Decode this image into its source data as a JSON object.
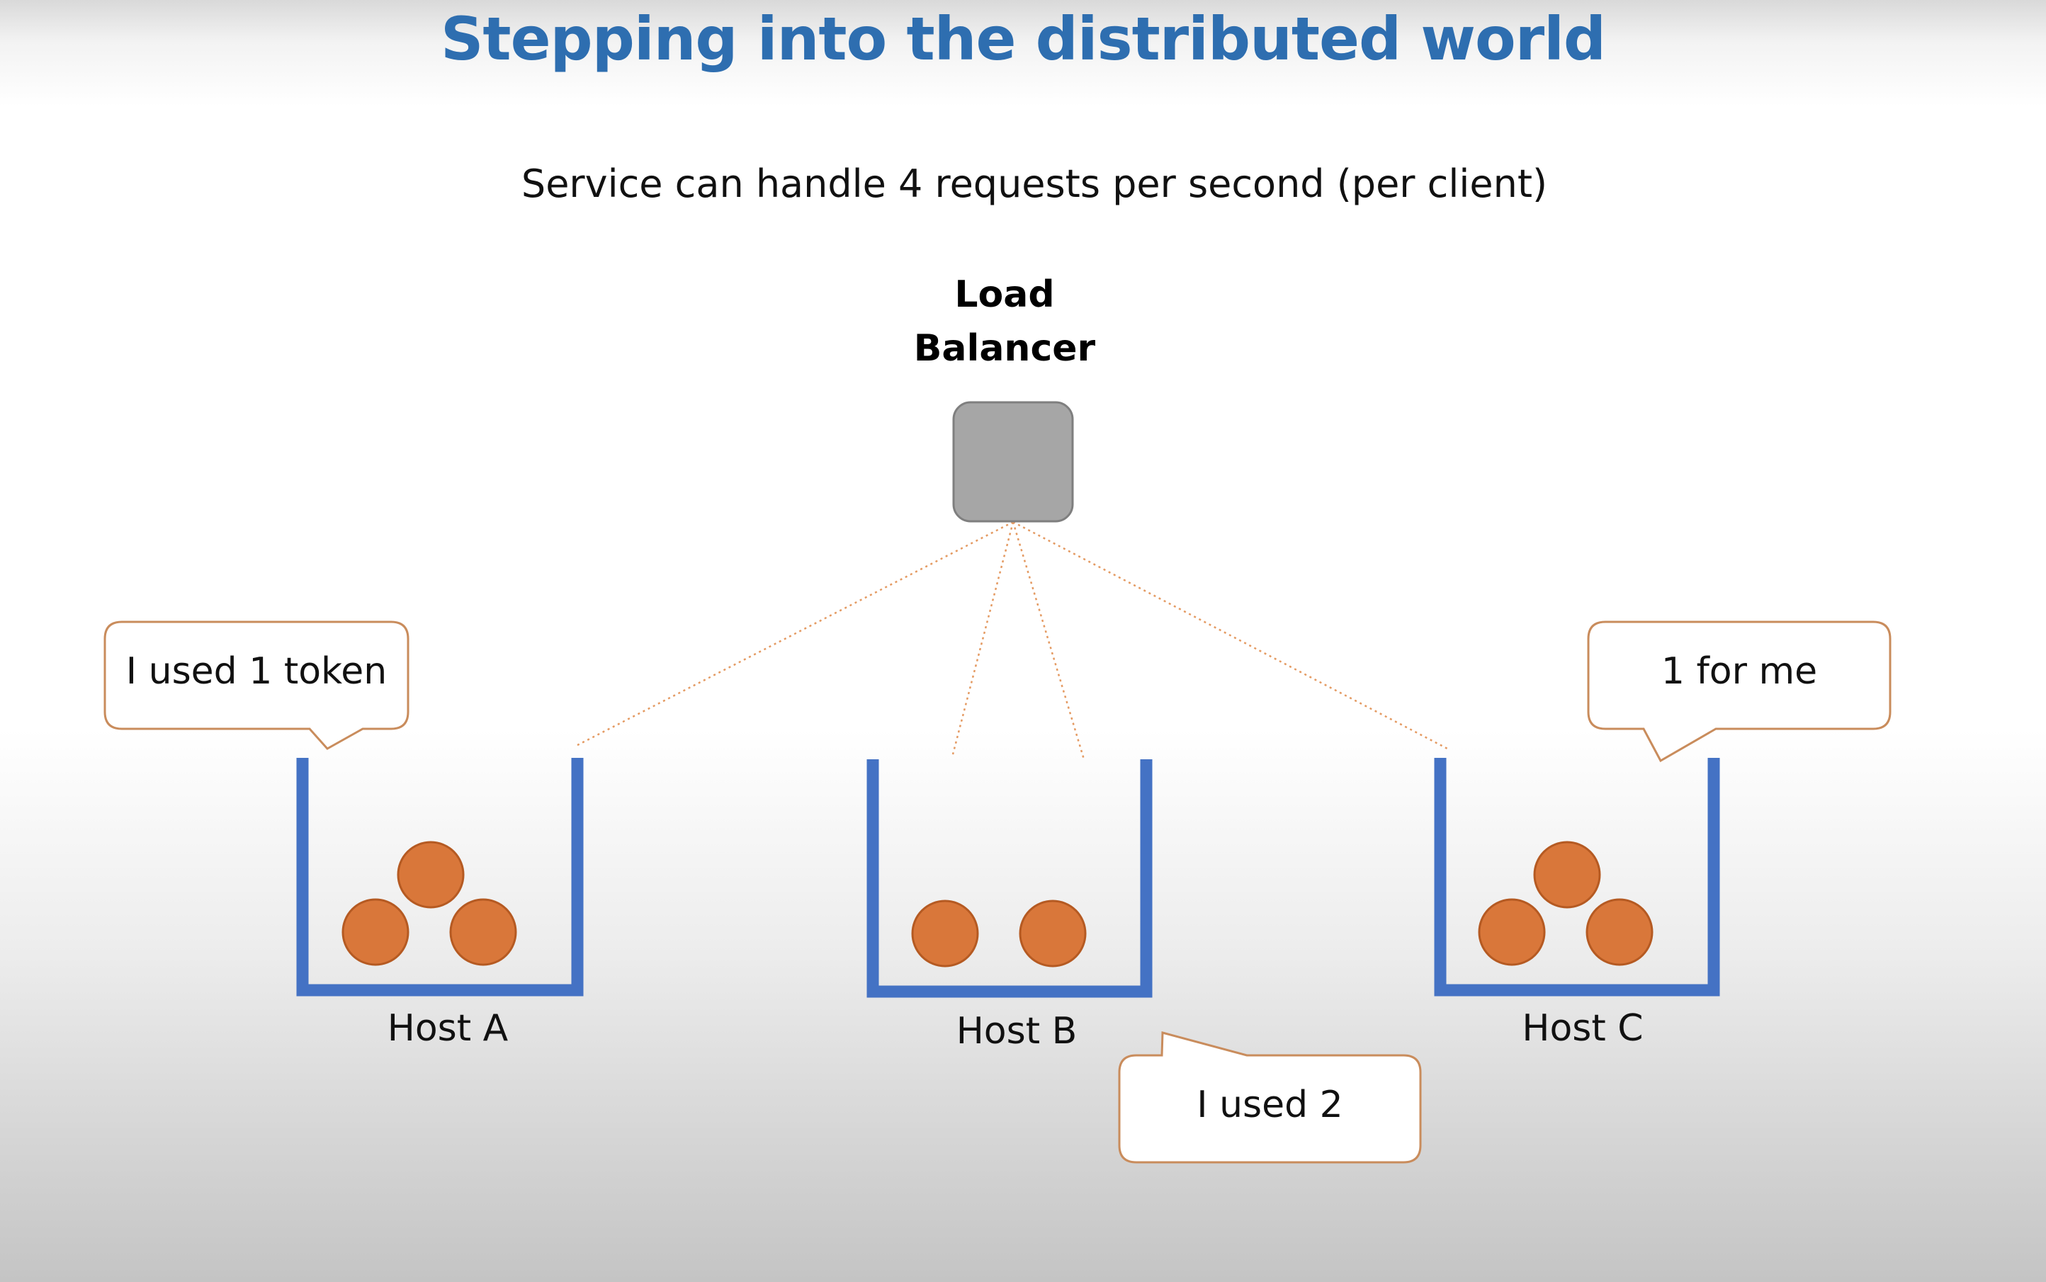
{
  "title": "Stepping into the distributed world",
  "subtitle": "Service can handle 4 requests per second (per client)",
  "load_balancer": {
    "label_line1": "Load",
    "label_line2": "Balancer"
  },
  "hosts": [
    {
      "label": "Host A",
      "tokens": 3
    },
    {
      "label": "Host B",
      "tokens": 2
    },
    {
      "label": "Host C",
      "tokens": 3
    }
  ],
  "callouts": {
    "host_a": "I used 1 token",
    "host_b": "I used 2",
    "host_c": "1 for me"
  },
  "colors": {
    "title": "#2e6eb0",
    "bucket": "#4472c4",
    "token_fill": "#d9773a",
    "token_stroke": "#b55a22",
    "connector": "#e49a62",
    "callout_border": "#c98c5c",
    "load_balancer_fill": "#a6a6a6"
  }
}
